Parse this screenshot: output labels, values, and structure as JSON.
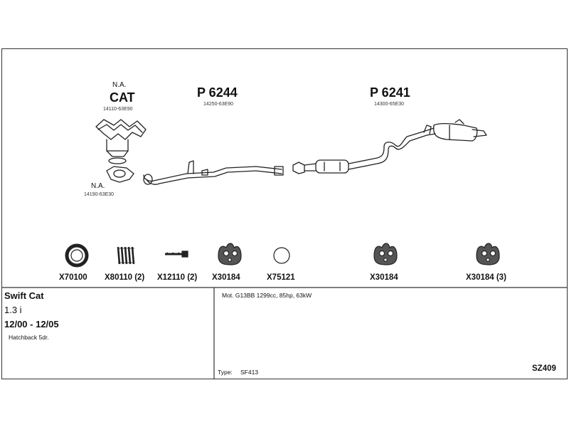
{
  "sections": {
    "cat": {
      "note": "N.A.",
      "title": "CAT",
      "part_no": "14110-63E90"
    },
    "front_pipe": {
      "note": "N.A.",
      "part_no": "14190-63E30"
    },
    "p6244": {
      "title": "P 6244",
      "part_no": "14250-63E90"
    },
    "p6241": {
      "title": "P 6241",
      "part_no": "14300-65E30"
    }
  },
  "accessories": [
    {
      "icon": "ring-gasket-icon",
      "label": "X70100"
    },
    {
      "icon": "spring-icon",
      "label": "X80110 (2)"
    },
    {
      "icon": "bolt-icon",
      "label": "X12110 (2)"
    },
    {
      "icon": "rubber-hanger-icon",
      "label": "X30184"
    },
    {
      "icon": "o-ring-icon",
      "label": "X75121"
    },
    {
      "icon": "rubber-hanger-icon",
      "label": "X30184"
    },
    {
      "icon": "rubber-hanger-icon",
      "label": "X30184 (3)"
    }
  ],
  "info": {
    "model": "Swift Cat",
    "engine": "1.3 i",
    "years": "12/00 - 12/05",
    "body": "Hatchback 5dr.",
    "motor": "Mot. G13BB 1299cc, 85hp, 63kW",
    "type_label": "Type:",
    "type_value": "SF413",
    "code": "SZ409"
  }
}
